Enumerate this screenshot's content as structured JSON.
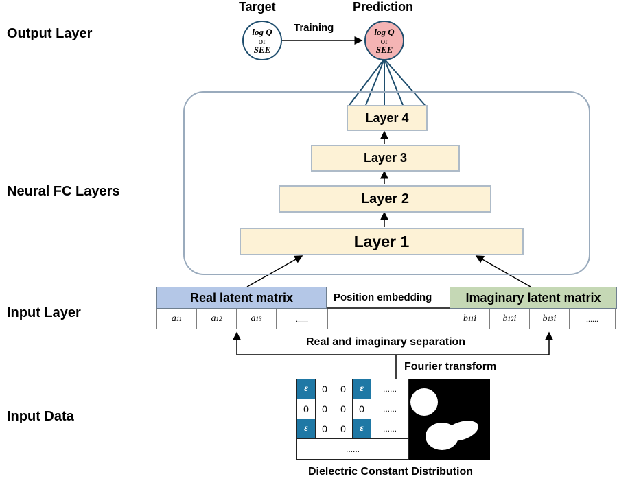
{
  "row_labels": {
    "output": "Output Layer",
    "neural": "Neural FC Layers",
    "input_layer": "Input Layer",
    "input_data": "Input Data"
  },
  "target": {
    "title": "Target",
    "line1": "log Q",
    "or": "or",
    "line2": "SEE"
  },
  "prediction": {
    "title": "Prediction",
    "line1": "log Q",
    "or": "or",
    "line2": "SEE"
  },
  "training_label": "Training",
  "layers": [
    "Layer 4",
    "Layer 3",
    "Layer 2",
    "Layer 1"
  ],
  "real_matrix": {
    "title": "Real latent matrix",
    "cells": [
      "a11",
      "a12",
      "a13",
      "......"
    ]
  },
  "imag_matrix": {
    "title": "Imaginary latent matrix",
    "cells": [
      "b11i",
      "b12i",
      "b13i",
      "......"
    ]
  },
  "position_embedding": "Position embedding",
  "separation_label": "Real and imaginary separation",
  "fourier_label": "Fourier transform",
  "grid": {
    "rows": [
      [
        "ε",
        "0",
        "0",
        "ε",
        "......"
      ],
      [
        "0",
        "0",
        "0",
        "0",
        "......"
      ],
      [
        "ε",
        "0",
        "0",
        "ε",
        "......"
      ]
    ],
    "last_row": "......"
  },
  "caption": "Dielectric Constant Distribution",
  "colors": {
    "layer_fill": "#fdf2d6",
    "real_header": "#b4c7e7",
    "imag_header": "#c5d8b5",
    "prediction_fill": "#f4b4b4",
    "epsilon_cell": "#1f78a5"
  }
}
